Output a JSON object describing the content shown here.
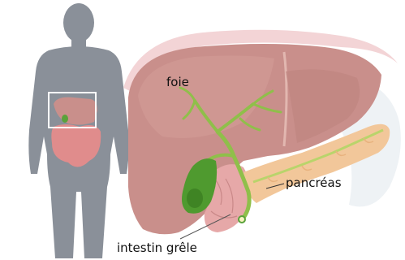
{
  "labels": {
    "liver": "foie",
    "pancreas": "pancréas",
    "small_intestine": "intestin grêle"
  },
  "colors": {
    "silhouette": "#8a9099",
    "liver": "#c98f8b",
    "liver_highlight": "#e2b7b0",
    "gallbladder": "#4f9a2f",
    "bile_duct": "#8fbf4a",
    "pancreas": "#f2c79a",
    "pancreas_duct": "#b9d46b",
    "intestine": "#e6a8a8",
    "diaphragm": "#f3d4d6"
  }
}
